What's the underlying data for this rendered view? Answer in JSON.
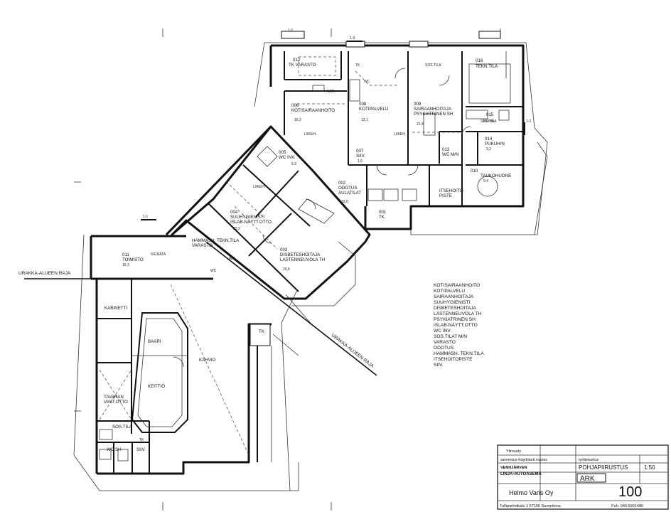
{
  "rooms": [
    {
      "id": "r012",
      "lines": [
        "012",
        "TK    VARASTO"
      ]
    },
    {
      "id": "r016",
      "lines": [
        "016",
        "TEKN.TILA"
      ]
    },
    {
      "id": "r006",
      "lines": [
        "006",
        "KOTISAIRAANHOITO",
        "16,3"
      ]
    },
    {
      "id": "r008",
      "lines": [
        "008",
        "KOTIPALVELU",
        "13,1"
      ]
    },
    {
      "id": "r009",
      "lines": [
        "009",
        "SAIRAANHOITAJA",
        "PSYKIATRINEN SH",
        "21,4"
      ]
    },
    {
      "id": "r015",
      "lines": [
        "015",
        "SOS.TILA"
      ]
    },
    {
      "id": "r005",
      "lines": [
        "005",
        "WC INV.",
        "5,3"
      ]
    },
    {
      "id": "r007",
      "lines": [
        "007",
        "SIIV.",
        "1,6"
      ]
    },
    {
      "id": "r002",
      "lines": [
        "002",
        "ODOTUS",
        "AULATILAT",
        "33,6"
      ]
    },
    {
      "id": "r013",
      "lines": [
        "013",
        "WC M/N"
      ]
    },
    {
      "id": "r014",
      "lines": [
        "014",
        "PUKUH/N",
        "3,2"
      ]
    },
    {
      "id": "r010",
      "lines": [
        "010",
        "TAUKOHUONE",
        "9,4"
      ]
    },
    {
      "id": "r_itse",
      "lines": [
        "ITSEHOITO-",
        "PISTE"
      ]
    },
    {
      "id": "r001",
      "lines": [
        "001",
        "TK"
      ]
    },
    {
      "id": "r004",
      "lines": [
        "004",
        "SUUHYGIENISTI",
        "ISLAB-NÄYTT.OTTO",
        "22,2"
      ]
    },
    {
      "id": "r_hammash",
      "lines": [
        "HAMMASH. TEKN.TILA",
        "VARASTO"
      ]
    },
    {
      "id": "r011",
      "lines": [
        "011",
        "TOIMISTO",
        "15,3"
      ]
    },
    {
      "id": "r003",
      "lines": [
        "003",
        "DISBETESHOITAJA",
        "LASTENNEUVOLA TH",
        "20,6"
      ]
    },
    {
      "id": "r_kabinetti",
      "lines": [
        "KABINETTI"
      ]
    },
    {
      "id": "r_baari",
      "lines": [
        "BAARI"
      ]
    },
    {
      "id": "r_keittio",
      "lines": [
        "KEITTIÖ"
      ]
    },
    {
      "id": "r_kahvio",
      "lines": [
        "KAHVIO"
      ]
    },
    {
      "id": "r_tavaran",
      "lines": [
        "TAVARAN",
        "VAST.OTTO"
      ]
    },
    {
      "id": "r_sostila",
      "lines": [
        "SOS.TILA"
      ]
    },
    {
      "id": "r_wcsh",
      "lines": [
        "WC    SH"
      ]
    },
    {
      "id": "r_siiv2",
      "lines": [
        "SIIV."
      ]
    },
    {
      "id": "r_tk2",
      "lines": [
        "TK"
      ]
    }
  ],
  "small_labels": [
    "LIIKEH.",
    "LIIKEH.",
    "LIIKEH.",
    "WC",
    "WC",
    "SOS.TILA",
    "VAR",
    "KEH/N",
    "SIGNATA",
    "TK",
    "TK",
    "WC"
  ],
  "boundary_labels": [
    "URAKKA-ALUEEN RAJA",
    "URAKKA-ALUEEN RAJA"
  ],
  "section_markers": [
    "1-1",
    "1-1",
    "1-3",
    "1-2"
  ],
  "legend": {
    "items": [
      "KOTISAIRAANHOITO",
      "KOTIPALVELU",
      "SAIRAANHOITAJA",
      "SUUHYGIENISTI",
      "DISBETESHOITAJA",
      "LASTENNEUVOLA TH",
      "PSYKIATRINEN SH",
      "ISLAB-NÄYTT.OTTO",
      "WC INV.",
      "SOS.TILAT M/N",
      "VARASTO",
      "ODOTUS",
      "HAMMASH. TEKN.TILA",
      "ITSEHOITOPISTE",
      "SIIV."
    ]
  },
  "title_block": {
    "proj_label": "Ylimuuty",
    "proj_desc": "saneeraus-/käyttötark.muutos",
    "client": "VENHJÄRVEN",
    "building": "LINJA-AUTOASEMA",
    "company": "Helmo Varis Oy",
    "address": "Tullipurtintkatu 1   57100 Savonlinna",
    "phone": "Puh. 040 5901480",
    "drawing_type": "työtietuetus",
    "drawing_name": "POHJAPIIRUSTUS",
    "scale": "1:50",
    "discipline": "ARK",
    "number": "100"
  },
  "colors": {
    "line": "#111111",
    "background": "#ffffff"
  }
}
